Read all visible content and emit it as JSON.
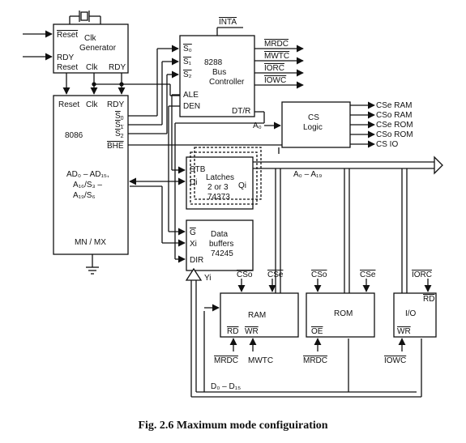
{
  "clock_generator": {
    "title1": "Clk",
    "title2": "Generator",
    "pin_reset": "Reset",
    "pin_rdy": "RDY",
    "out_reset": "Reset",
    "out_clk": "Clk",
    "out_rdy": "RDY"
  },
  "cpu": {
    "name": "8086",
    "pin_reset": "Reset",
    "pin_clk": "Clk",
    "pin_rdy": "RDY",
    "s0": "S",
    "s1": "S",
    "s2": "S",
    "bhe": "BHE",
    "ad_line1": "AD₀ – AD₁₅,",
    "ad_line2": "A₁₆/S₃ –",
    "ad_line3": "A₁₉/S₆",
    "mode": "MN / MX"
  },
  "bus_controller": {
    "name1": "8288",
    "name2": "Bus",
    "name3": "Controller",
    "s0": "S₀",
    "s1": "S₁",
    "s2": "S₂",
    "ale": "ALE",
    "den": "DEN",
    "dtr": "DT/R",
    "inta": "INTA"
  },
  "bus_commands": {
    "mrdc": "MRDC",
    "mwtc": "MWTC",
    "iorc": "IORC",
    "iowc": "IOWC"
  },
  "cs_logic": {
    "title1": "CS",
    "title2": "Logic",
    "input": "A₀",
    "out1": "CSe RAM",
    "out2": "CSo RAM",
    "out3": "CSe ROM",
    "out4": "CSo ROM",
    "out5": "CS IO"
  },
  "address_bus": {
    "label": "A₀ – A₁₉"
  },
  "latches": {
    "stb": "STB",
    "di": "Di",
    "qi": "Qi",
    "line1": "Latches",
    "line2": "2 or 3",
    "line3": "74373"
  },
  "buffers": {
    "g": "G",
    "xi": "Xi",
    "dir": "DIR",
    "yi": "Yi",
    "line1": "Data",
    "line2": "buffers",
    "line3": "74245"
  },
  "ram": {
    "name": "RAM",
    "cso": "CSo",
    "cse": "CSe",
    "rd": "RD",
    "wr": "WR",
    "mrdc": "MRDC",
    "mwtc": "MWTC"
  },
  "rom": {
    "name": "ROM",
    "cso": "CSo",
    "cse": "CSe",
    "oe": "OE",
    "mrdc": "MRDC"
  },
  "io": {
    "name": "I/O",
    "iorc": "IORC",
    "rd": "RD",
    "wr": "WR",
    "iowc": "IOWC"
  },
  "data_bus": {
    "label": "D₀ – D₁₅"
  },
  "caption": "Fig. 2.6 Maximum mode configuiration"
}
